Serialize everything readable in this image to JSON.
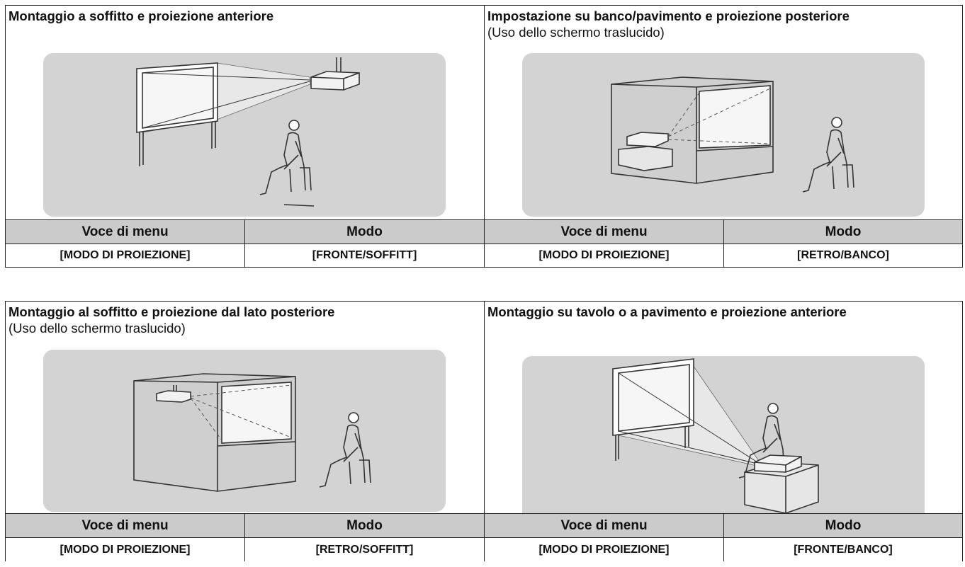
{
  "panels": [
    {
      "title": "Montaggio a soffitto e proiezione anteriore",
      "subtitle": "",
      "menu_header": "Voce di menu",
      "mode_header": "Modo",
      "menu_value": "[MODO DI PROIEZIONE]",
      "mode_value": "[FRONTE/SOFFITT]"
    },
    {
      "title": "Impostazione su banco/pavimento e proiezione posteriore",
      "subtitle": "(Uso dello schermo traslucido)",
      "menu_header": "Voce di menu",
      "mode_header": "Modo",
      "menu_value": "[MODO DI PROIEZIONE]",
      "mode_value": "[RETRO/BANCO]"
    },
    {
      "title": "Montaggio al soffitto e proiezione dal lato posteriore",
      "subtitle": "(Uso dello schermo traslucido)",
      "menu_header": "Voce di menu",
      "mode_header": "Modo",
      "menu_value": "[MODO DI PROIEZIONE]",
      "mode_value": "[RETRO/SOFFITT]"
    },
    {
      "title": "Montaggio su tavolo o a pavimento e proiezione anteriore",
      "subtitle": "",
      "menu_header": "Voce di menu",
      "mode_header": "Modo",
      "menu_value": "[MODO DI PROIEZIONE]",
      "mode_value": "[FRONTE/BANCO]"
    }
  ]
}
